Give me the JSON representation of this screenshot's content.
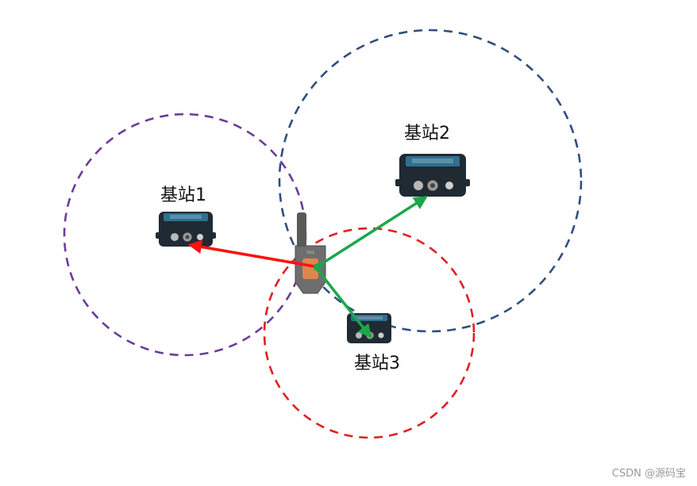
{
  "stations": [
    {
      "id": "station1",
      "label": "基站1",
      "circle_color": "#6a3d9a"
    },
    {
      "id": "station2",
      "label": "基站2",
      "circle_color": "#2f4f7f"
    },
    {
      "id": "station3",
      "label": "基站3",
      "circle_color": "#e02020"
    }
  ],
  "colors": {
    "arrow_red": "#ff1010",
    "arrow_green": "#19a84a",
    "device_body": "#1f2a33",
    "device_accent": "#2f6f8f",
    "tag_body": "#6e6e6e",
    "tag_highlight": "#e98a4a"
  },
  "watermark": "CSDN @源码宝"
}
